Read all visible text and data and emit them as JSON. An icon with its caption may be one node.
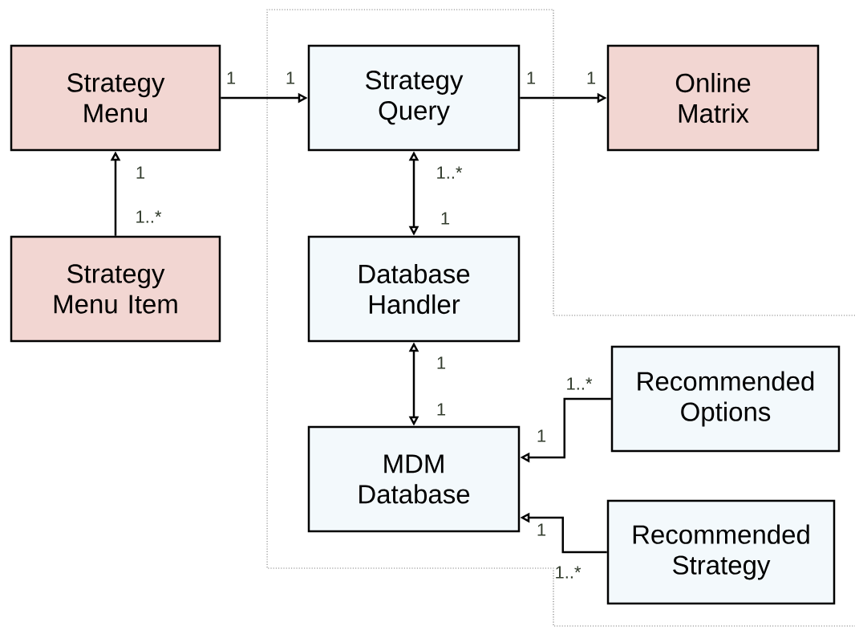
{
  "diagram": {
    "nodes": [
      {
        "text": [
          "Strategy Menu"
        ]
      },
      {
        "text": [
          "Strategy Query"
        ]
      },
      {
        "text": [
          "Online Matrix"
        ]
      },
      {
        "text": [
          "Strategy Menu Item"
        ]
      },
      {
        "text": [
          "Database Handler"
        ]
      },
      {
        "text": [
          "Recommended Options"
        ]
      },
      {
        "text": [
          "MDM Database"
        ]
      },
      {
        "text": [
          "Recommended Strategy"
        ]
      }
    ],
    "edges": [
      {
        "from": 0,
        "to": 1,
        "arrow": "to"
      },
      {
        "from": 1,
        "to": 2,
        "arrow": "to"
      },
      {
        "from": 3,
        "to": 0,
        "arrow": "to"
      },
      {
        "from": 1,
        "to": 4,
        "arrow": "both"
      },
      {
        "from": 4,
        "to": 6,
        "arrow": "both"
      },
      {
        "from": 5,
        "to": 6,
        "arrow": "to"
      },
      {
        "from": 7,
        "to": 6,
        "arrow": "to"
      }
    ],
    "labels": [
      "1",
      "1",
      "1",
      "1",
      "1",
      "1..*",
      "1..*",
      "1",
      "1",
      "1..*",
      "1",
      "1",
      "1",
      "1..*"
    ]
  }
}
